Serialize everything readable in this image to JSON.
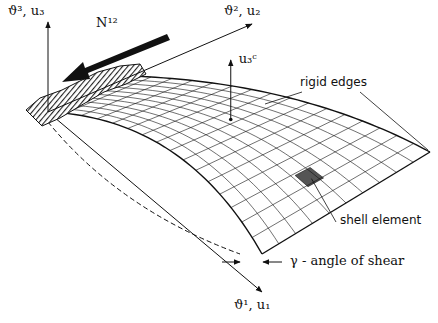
{
  "diagram": {
    "labels": [
      "ϑ³, u₃",
      "N¹²",
      "ϑ², u₂",
      "u₃ᶜ",
      "rigid edges",
      "shell element",
      "γ - angle of shear",
      "ϑ¹, u₁"
    ]
  }
}
